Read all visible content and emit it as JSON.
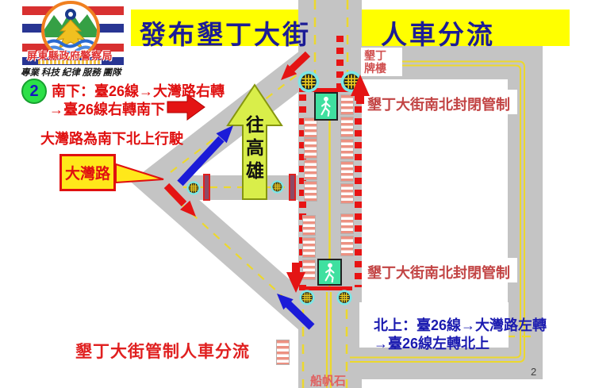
{
  "header": {
    "title_left": "發布墾丁大街",
    "title_right": "人車分流"
  },
  "logo": {
    "agency": "屏東縣政府警察局",
    "motto": "專業 科技 紀律 服務 團隊"
  },
  "instructions": {
    "step_badge": "2",
    "southbound_line1": "南下：臺26線→大灣路右轉",
    "southbound_line2": "→臺26線右轉南下",
    "dawan_note": "大灣路為南下北上行駛",
    "northbound_line1": "北上：臺26線→大灣路左轉",
    "northbound_line2": "→臺26線左轉北上",
    "bottom_note": "墾丁大街管制人車分流"
  },
  "map": {
    "dawan_callout": "大灣路",
    "to_kaohsiung": "往高雄",
    "archway_line1": "墾丁",
    "archway_line2": "牌樓",
    "closure_label": "墾丁大街南北封閉管制",
    "sail_rock": "船帆石"
  },
  "page_number": "2",
  "colors": {
    "banner_yellow": "#ffff00",
    "title_navy": "#1c1c96",
    "road_gray": "#c4c4c4",
    "lane_yellow": "#ecd82e",
    "closure_red": "#e81414",
    "southbound_red": "#e01010",
    "northbound_blue": "#1b1bb0",
    "pedestrian_sign_green": "#3fe0a0",
    "signal_cyan": "#7ce6e6",
    "route_arrow_blue": "#1b1bd8",
    "kaohsiung_arrow_green": "#d9ee4a"
  },
  "icons": {
    "traffic-signal-icon": "cyan circle with black waffle grid",
    "pedestrian-sign-icon": "green square with white walking person",
    "stall-icon": "white booth with pink striped awning",
    "barrier-icon": "maroon rectangle with red border",
    "police-emblem-icon": "round police badge with mountains, eagle and waves"
  }
}
